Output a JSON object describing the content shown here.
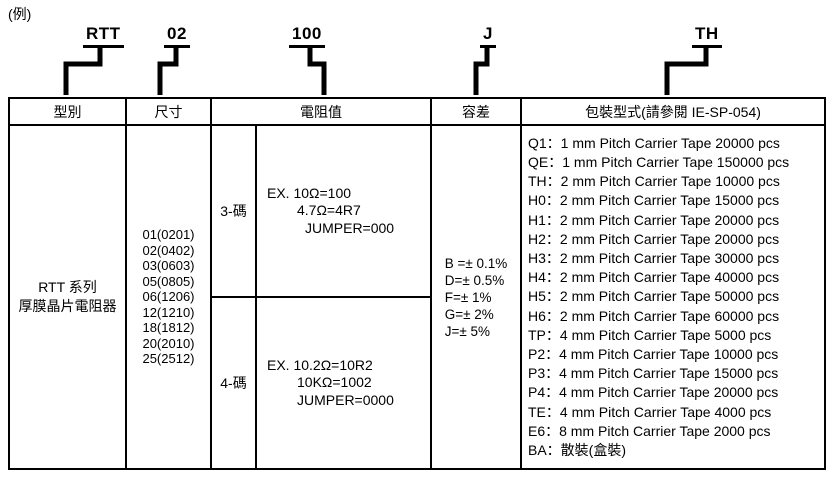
{
  "example_label": "(例)",
  "part_code": {
    "segments": [
      {
        "code": "RTT"
      },
      {
        "code": "02"
      },
      {
        "code": "100"
      },
      {
        "code": "J"
      },
      {
        "code": "TH"
      }
    ]
  },
  "table": {
    "headers": {
      "type": "型別",
      "size": "尺寸",
      "resistance": "電阻值",
      "tolerance": "容差",
      "packaging": "包裝型式(請參閱 IE-SP-054)"
    },
    "type_cell": {
      "line1": "RTT 系列",
      "line2": "厚膜晶片電阻器"
    },
    "size_cell": [
      "01(0201)",
      "02(0402)",
      "03(0603)",
      "05(0805)",
      "06(1206)",
      "12(1210)",
      "18(1812)",
      "20(2010)",
      "25(2512)"
    ],
    "resistance": {
      "three_digit": {
        "label": "3-碼",
        "lines": [
          "EX. 10Ω=100",
          "4.7Ω=4R7",
          "JUMPER=000"
        ]
      },
      "four_digit": {
        "label": "4-碼",
        "lines": [
          "EX. 10.2Ω=10R2",
          "10KΩ=1002",
          "JUMPER=0000"
        ]
      }
    },
    "tolerance_cell": [
      "B =± 0.1%",
      "D=± 0.5%",
      "F=± 1%",
      "G=± 2%",
      "J=± 5%"
    ],
    "packaging_cell": [
      "Q1：1 mm Pitch Carrier Tape 20000 pcs",
      "QE：1 mm Pitch Carrier Tape 150000 pcs",
      "TH：2 mm Pitch Carrier Tape 10000 pcs",
      "H0：2 mm Pitch Carrier Tape 15000 pcs",
      "H1：2 mm Pitch Carrier Tape 20000 pcs",
      "H2：2 mm Pitch Carrier Tape 20000 pcs",
      "H3：2 mm Pitch Carrier Tape 30000 pcs",
      "H4：2 mm Pitch Carrier Tape 40000 pcs",
      "H5：2 mm Pitch Carrier Tape 50000 pcs",
      "H6：2 mm Pitch Carrier Tape 60000 pcs",
      "TP：4 mm Pitch Carrier Tape 5000 pcs",
      "P2：4 mm Pitch Carrier Tape 10000 pcs",
      "P3：4 mm Pitch Carrier Tape 15000 pcs",
      "P4：4 mm Pitch Carrier Tape 20000 pcs",
      "TE：4 mm Pitch Carrier Tape 4000 pcs",
      "E6：8 mm Pitch Carrier Tape 2000 pcs",
      "BA：散裝(盒裝)"
    ]
  }
}
